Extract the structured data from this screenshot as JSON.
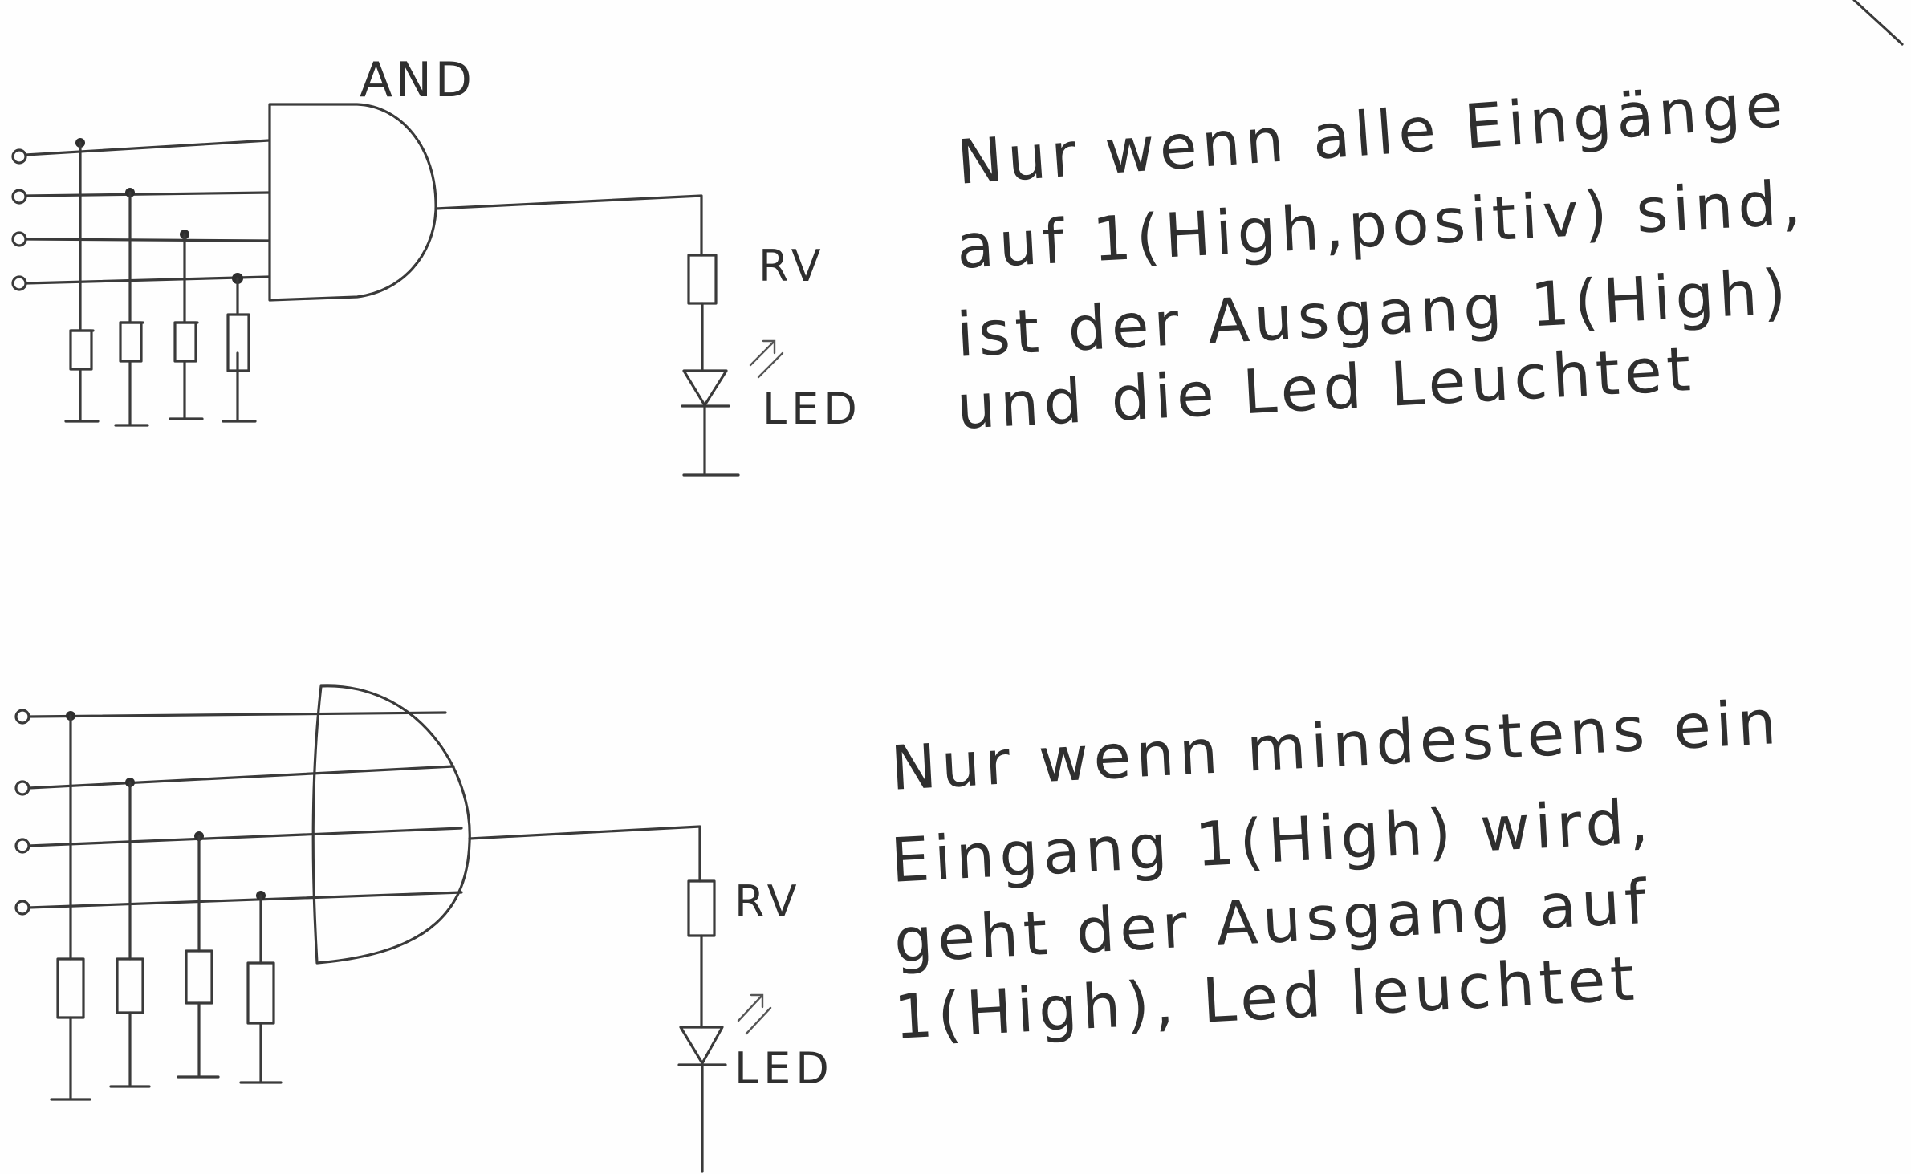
{
  "and_circuit": {
    "gate_label": "AND",
    "resistor_label": "RV",
    "led_label": "LED",
    "description": [
      "Nur wenn alle Eingänge",
      "auf 1(High,positiv) sind,",
      "ist der Ausgang 1(High)",
      "und die Led Leuchtet"
    ]
  },
  "or_circuit": {
    "resistor_label": "RV",
    "led_label": "LED",
    "description": [
      "Nur wenn mindestens ein",
      "Eingang 1(High) wird,",
      "geht der Ausgang auf",
      "1(High), Led leuchtet"
    ]
  }
}
